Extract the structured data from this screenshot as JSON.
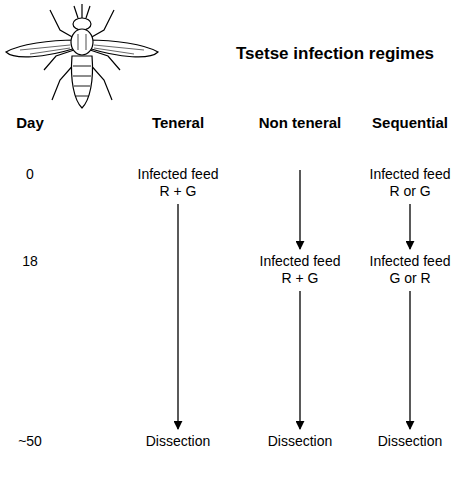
{
  "diagram": {
    "title": "Tsetse infection regimes",
    "nodes": [
      {
        "text": [
          "Infected feed R + G"
        ]
      },
      {
        "text": [
          "Infected feed R or G"
        ]
      },
      {
        "text": [
          "Infected feed R + G"
        ]
      },
      {
        "text": [
          "Infected feed G or R"
        ]
      },
      {
        "text": [
          "Dissection"
        ]
      },
      {
        "text": [
          "Dissection"
        ]
      },
      {
        "text": [
          "Dissection"
        ]
      }
    ],
    "edges": [
      {
        "from": 0,
        "to": 4,
        "arrow": "to"
      },
      {
        "from": 1,
        "to": 3,
        "arrow": "to"
      },
      {
        "from": 2,
        "to": 5,
        "arrow": "to"
      },
      {
        "from": 3,
        "to": 6,
        "arrow": "to"
      }
    ],
    "labels": [
      "Day",
      "Teneral",
      "Non teneral",
      "Sequential",
      "0",
      "18",
      "~50"
    ]
  }
}
